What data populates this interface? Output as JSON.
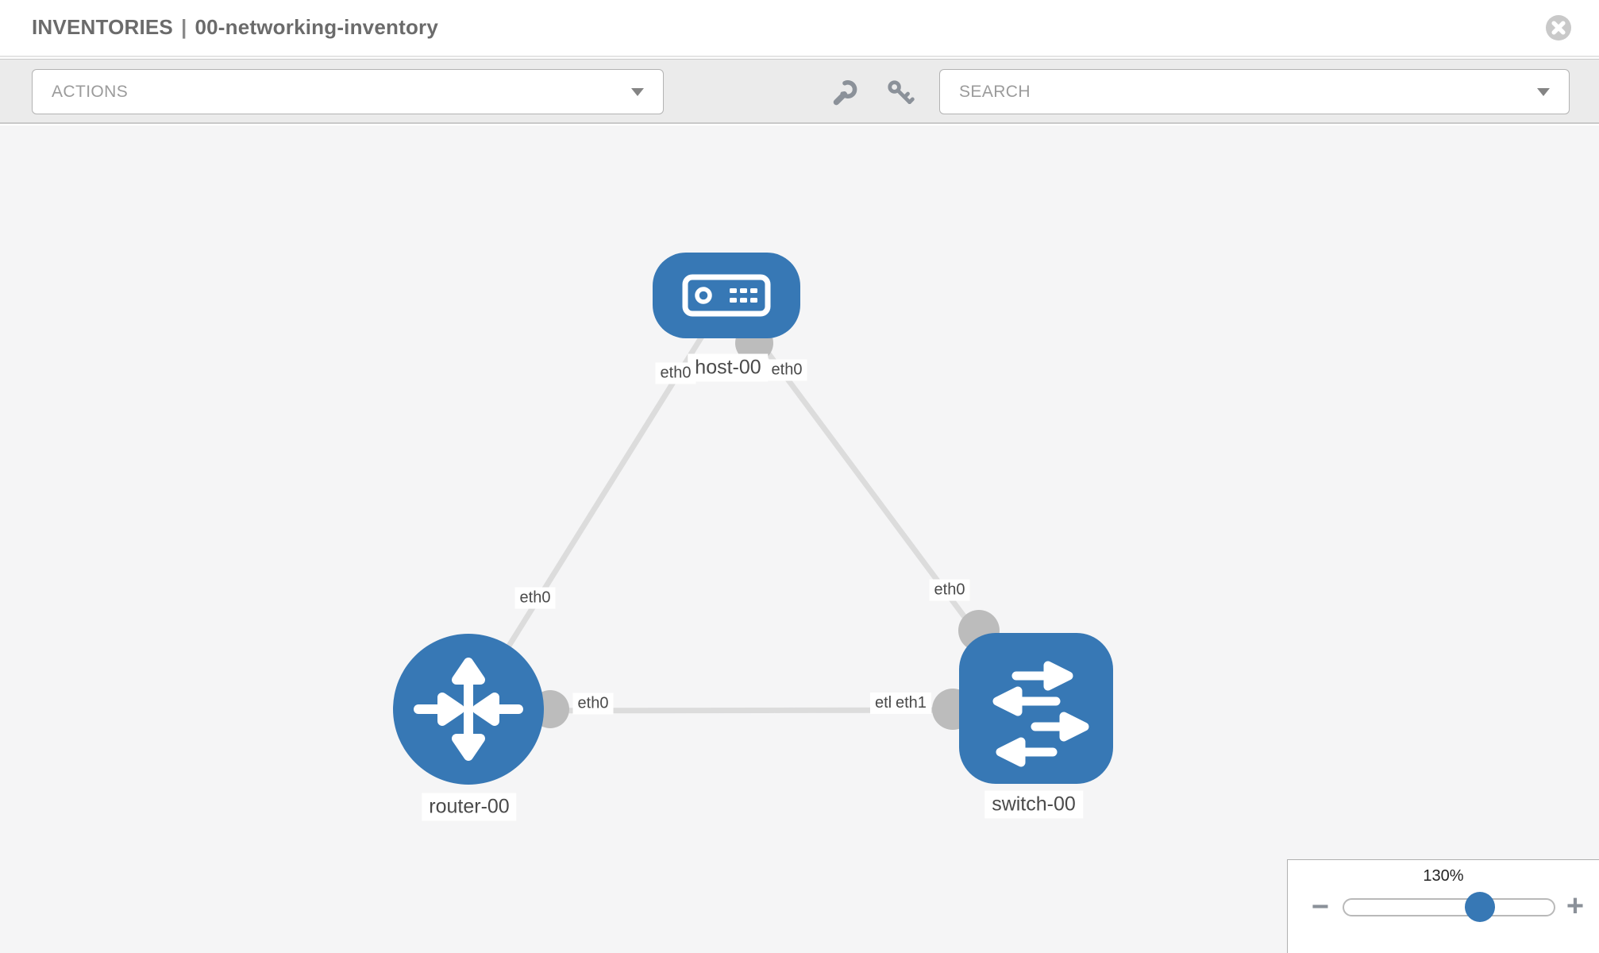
{
  "window": {
    "title_section": "INVENTORIES",
    "title_separator": "|",
    "title_item": "00-networking-inventory",
    "close_icon": "circle-x"
  },
  "toolbar": {
    "actions_label": "ACTIONS",
    "search_label": "SEARCH",
    "icons": [
      "wrench",
      "key"
    ]
  },
  "diagram": {
    "nodes": [
      {
        "id": "host-00",
        "type": "host",
        "label": "host-00"
      },
      {
        "id": "router-00",
        "type": "router",
        "label": "router-00"
      },
      {
        "id": "switch-00",
        "type": "switch",
        "label": "switch-00"
      }
    ],
    "links": [
      {
        "from": "host-00",
        "from_interface": "eth0",
        "to": "router-00",
        "to_interface": "eth0"
      },
      {
        "from": "host-00",
        "from_interface": "eth0",
        "to": "switch-00",
        "to_interface": "eth0"
      },
      {
        "from": "router-00",
        "from_interface": "eth0",
        "to": "switch-00",
        "to_interface": "eth1",
        "to_interface_overlapped": "eth0"
      }
    ]
  },
  "zoom_control": {
    "value": "130%",
    "minus_label": "−",
    "plus_label": "+"
  },
  "colors": {
    "node_blue": "#3778b5",
    "port_gray": "#bcbcbc",
    "link_gray": "#dcdcdc",
    "canvas_bg": "#f5f5f6",
    "toolbar_bg": "#ebebeb",
    "title_text": "#6b6b6b",
    "chip_text": "#4a4a4a"
  }
}
